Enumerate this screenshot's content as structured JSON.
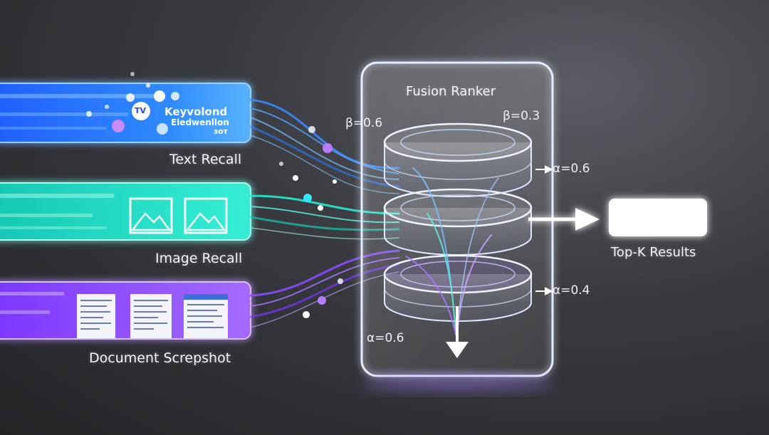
{
  "diagram": {
    "inputs": [
      {
        "label": "Text Recall",
        "color": "#2f7bff"
      },
      {
        "label": "Image Recall",
        "color": "#19e6c8"
      },
      {
        "label": "Document Screpshot",
        "color": "#9b5cff"
      }
    ],
    "text_bar_words": [
      "Keyvolond",
      "Eledwenllon",
      "ɜoт"
    ],
    "text_bar_badge": "TV",
    "ranker": {
      "title": "Fusion Ranker",
      "params": {
        "beta_left": "β=0.6",
        "beta_right": "β=0.3",
        "alpha_top": "α=0.6",
        "alpha_bottom": "α=0.4",
        "alpha_left": "α=0.6"
      }
    },
    "output": {
      "label": "Top-K Results"
    }
  }
}
